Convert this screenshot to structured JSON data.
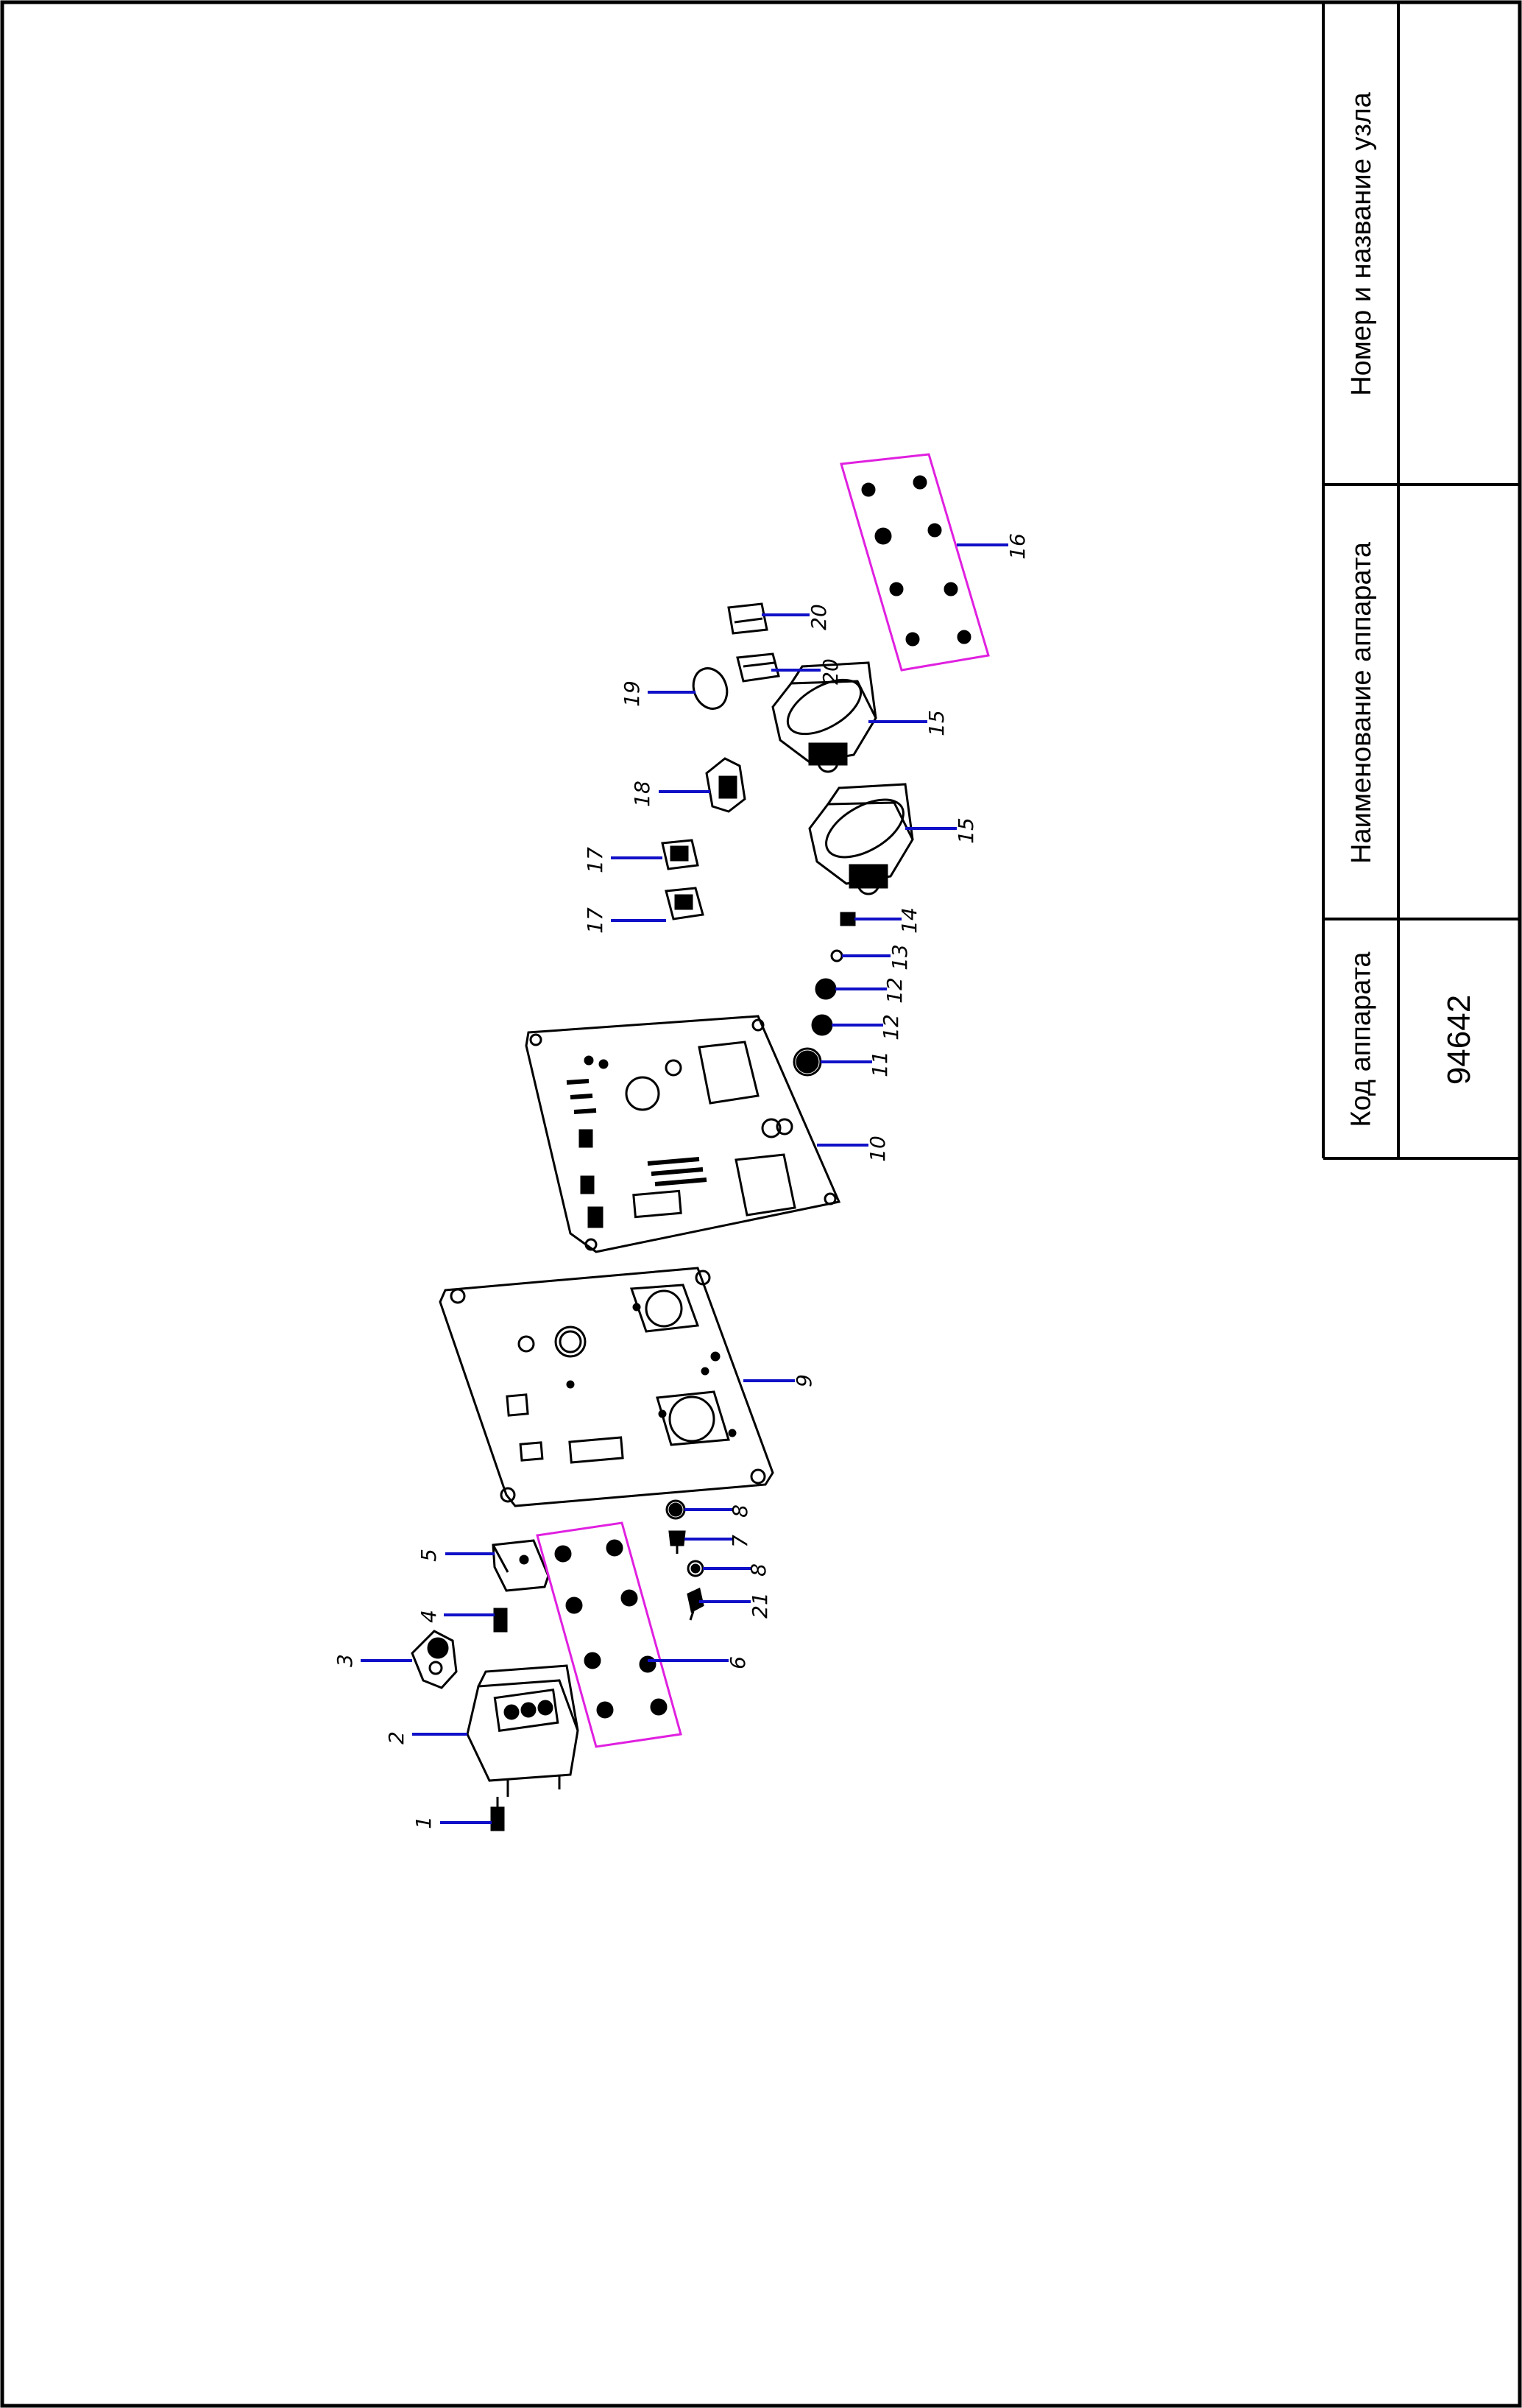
{
  "title_block": {
    "code_label": "Код аппарата",
    "code_value": "94642",
    "name_label": "Наименование аппарата",
    "name_value": "",
    "node_label": "Номер и название узла",
    "node_value": ""
  },
  "callouts": [
    "1",
    "2",
    "3",
    "4",
    "5",
    "6",
    "8",
    "7",
    "8",
    "21",
    "9",
    "10",
    "11",
    "12",
    "12",
    "13",
    "14",
    "15",
    "15",
    "16",
    "17",
    "17",
    "18",
    "19",
    "20",
    "20"
  ],
  "colors": {
    "line": "#000000",
    "leader": "#1010c8",
    "group_frame": "#e020e0"
  }
}
